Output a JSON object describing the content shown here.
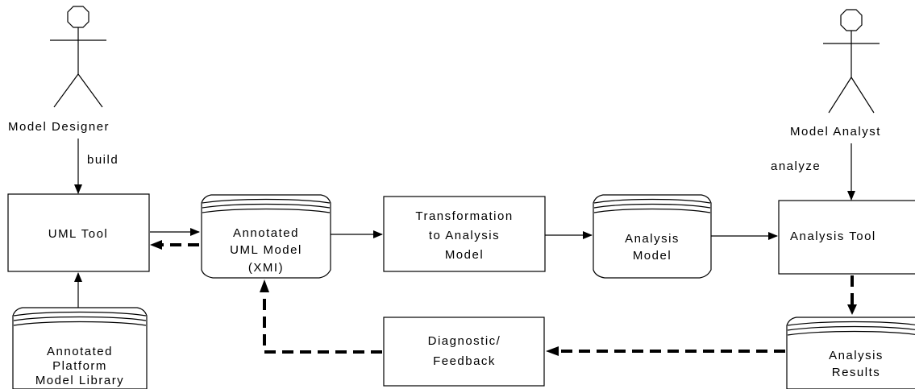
{
  "actors": {
    "designer": "Model Designer",
    "analyst": "Model Analyst"
  },
  "edges": {
    "build": "build",
    "analyze": "analyze"
  },
  "processes": {
    "uml_tool": "UML Tool",
    "transformation": [
      "Transformation",
      "to Analysis",
      "Model"
    ],
    "analysis_tool": "Analysis Tool",
    "diagnostic": [
      "Diagnostic/",
      "Feedback"
    ]
  },
  "stores": {
    "annotated_uml": [
      "Annotated",
      "UML Model",
      "(XMI)"
    ],
    "analysis_model": [
      "Analysis",
      "Model"
    ],
    "platform_library": [
      "Annotated",
      "Platform",
      "Model Library"
    ],
    "analysis_results": [
      "Analysis",
      "Results"
    ]
  }
}
